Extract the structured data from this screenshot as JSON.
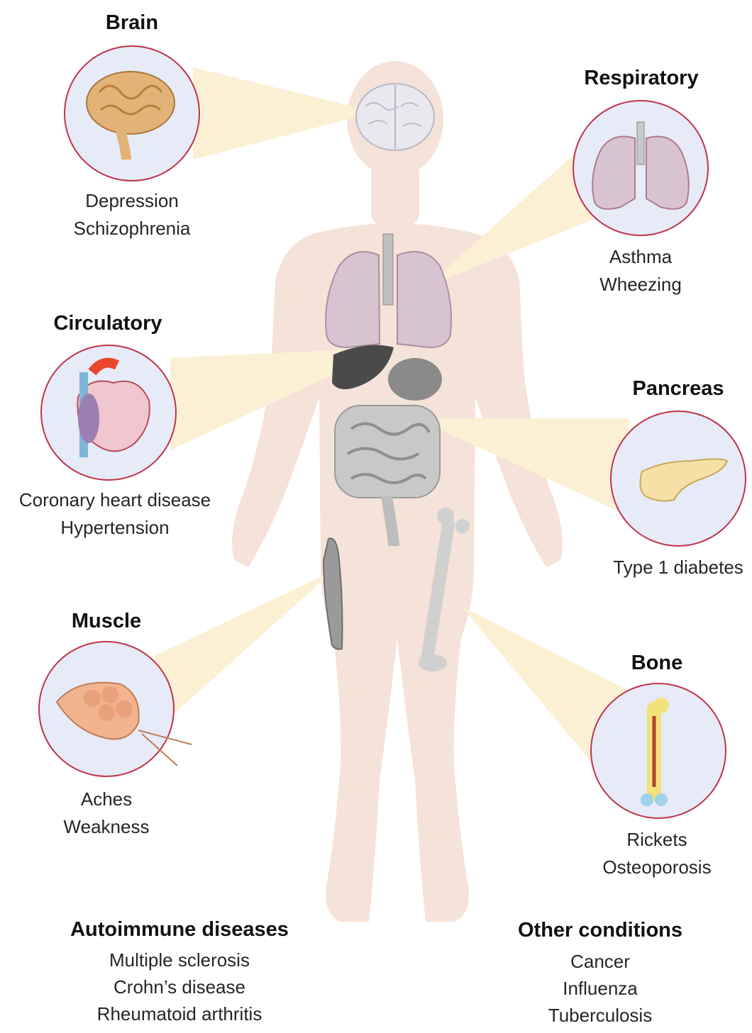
{
  "colors": {
    "body": "#f5e2d8",
    "beam": "#fbf0d4",
    "circle_fill": "#e6ebf7",
    "circle_stroke": "#c0334a",
    "organ_gray": "#c8c8c8",
    "organ_dark": "#4a4a4a",
    "lung": "#d8c4d0"
  },
  "sections": {
    "brain": {
      "icon": "brain-icon",
      "title": "Brain",
      "items": [
        "Depression",
        "Schizophrenia"
      ]
    },
    "respiratory": {
      "icon": "lungs-icon",
      "title": "Respiratory",
      "items": [
        "Asthma",
        "Wheezing"
      ]
    },
    "circulatory": {
      "icon": "heart-icon",
      "title": "Circulatory",
      "items": [
        "Coronary heart disease",
        "Hypertension"
      ]
    },
    "pancreas": {
      "icon": "pancreas-icon",
      "title": "Pancreas",
      "items": [
        "Type 1 diabetes"
      ]
    },
    "muscle": {
      "icon": "muscle-icon",
      "title": "Muscle",
      "items": [
        "Aches",
        "Weakness"
      ]
    },
    "bone": {
      "icon": "bone-icon",
      "title": "Bone",
      "items": [
        "Rickets",
        "Osteoporosis"
      ]
    },
    "autoimmune": {
      "title": "Autoimmune diseases",
      "items": [
        "Multiple sclerosis",
        "Crohn’s disease",
        "Rheumatoid arthritis"
      ]
    },
    "other": {
      "title": "Other conditions",
      "items": [
        "Cancer",
        "Influenza",
        "Tuberculosis"
      ]
    }
  }
}
